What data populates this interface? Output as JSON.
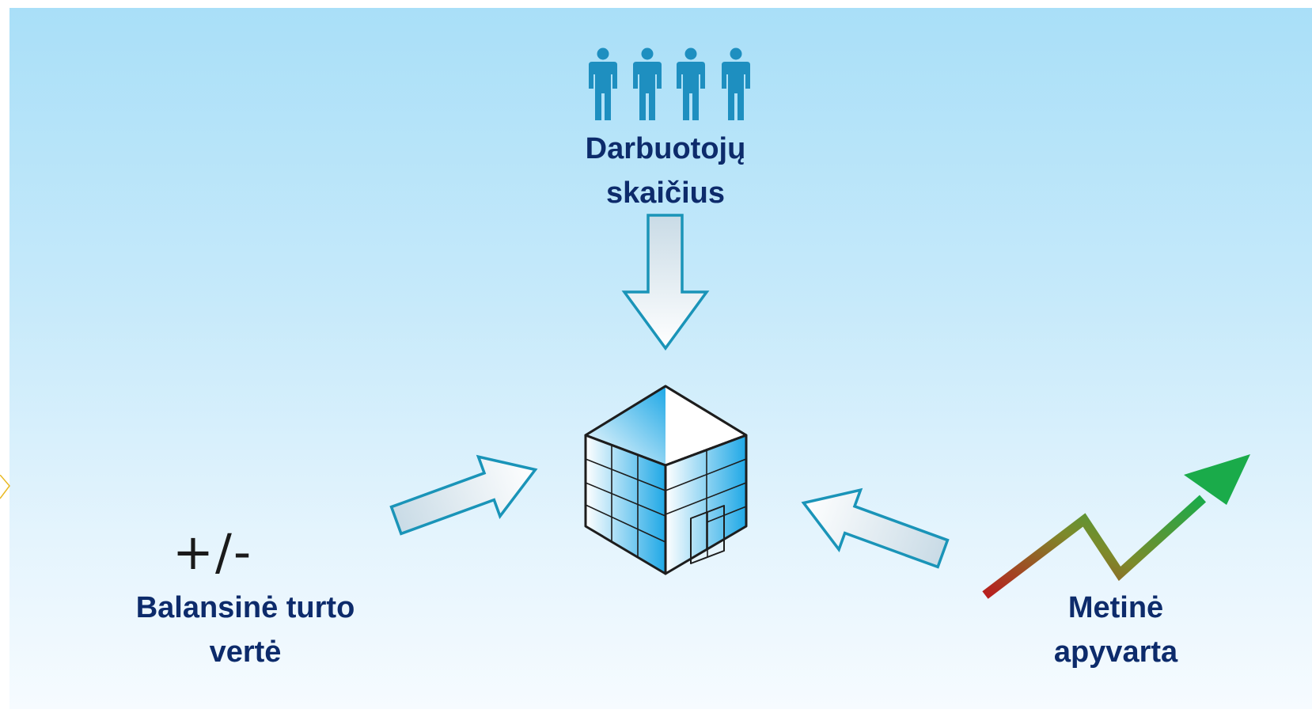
{
  "labels": {
    "employees": [
      "Darbuotojų",
      "skaičius"
    ],
    "assets": [
      "Balansinė turto",
      "vertė"
    ],
    "turnover": [
      "Metinė",
      "apyvarta"
    ],
    "plus_minus": "+/-"
  },
  "icons": {
    "people": "people-icon",
    "building": "building-icon",
    "growth": "growth-chart-icon"
  },
  "colors": {
    "text": "#0d2b6b",
    "people": "#1e8fc0",
    "arrow_outline": "#1a94b8",
    "growth_start": "#b81e1e",
    "growth_end": "#1aab4a"
  }
}
